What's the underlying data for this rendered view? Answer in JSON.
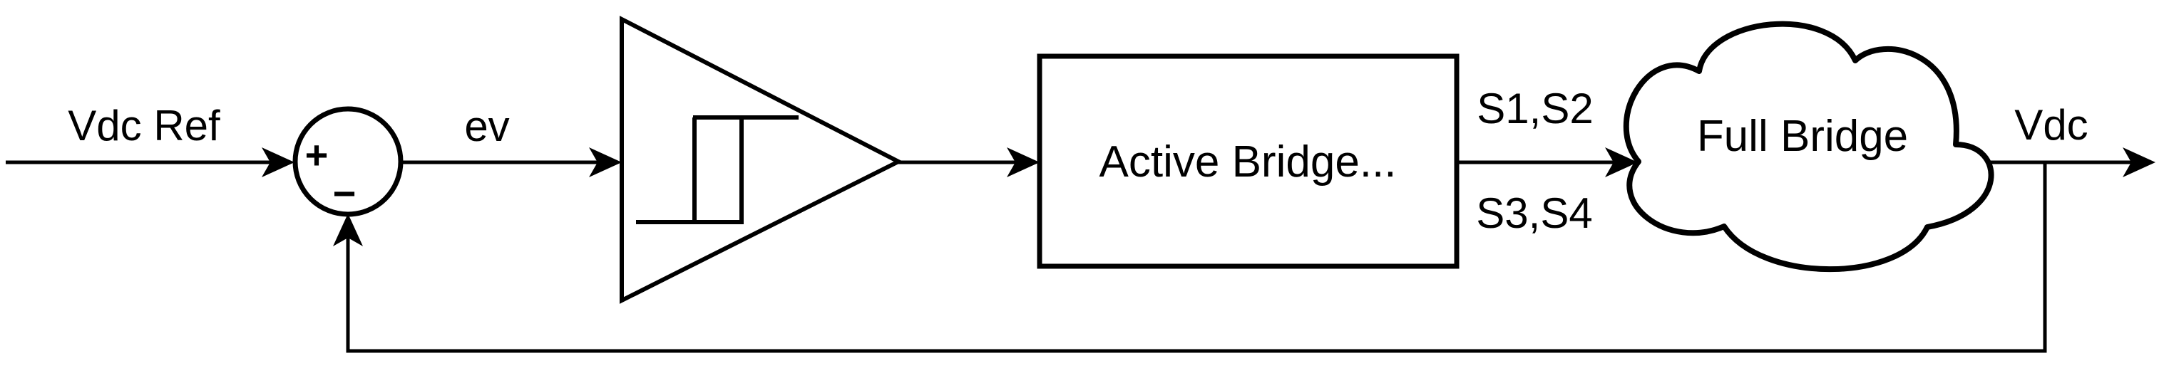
{
  "diagram": {
    "background": "#ffffff",
    "line_color": "#000000",
    "labels": {
      "input_signal": "Vdc Ref",
      "error_signal": "ev",
      "sum_plus": "+",
      "sum_minus": "−",
      "controller_block": "Active Bridge...",
      "gate_signals_top": "S1,S2",
      "gate_signals_bottom": "S3,S4",
      "plant_block": "Full Bridge",
      "output_signal": "Vdc"
    },
    "blocks": [
      {
        "name": "summing-junction",
        "shape": "circle",
        "signs": [
          "+",
          "−"
        ]
      },
      {
        "name": "hysteresis-comparator",
        "shape": "triangle-with-relay-icon"
      },
      {
        "name": "active-bridge",
        "shape": "rectangle",
        "label": "Active Bridge..."
      },
      {
        "name": "full-bridge",
        "shape": "cloud",
        "label": "Full Bridge"
      }
    ],
    "connections": [
      {
        "from": "input",
        "to": "summing-junction",
        "label": "Vdc Ref",
        "sign": "+"
      },
      {
        "from": "summing-junction",
        "to": "hysteresis-comparator",
        "label": "ev"
      },
      {
        "from": "hysteresis-comparator",
        "to": "active-bridge"
      },
      {
        "from": "active-bridge",
        "to": "full-bridge",
        "labels": [
          "S1,S2",
          "S3,S4"
        ]
      },
      {
        "from": "full-bridge",
        "to": "output",
        "label": "Vdc"
      },
      {
        "from": "output",
        "to": "summing-junction",
        "type": "feedback",
        "sign": "−"
      }
    ]
  }
}
